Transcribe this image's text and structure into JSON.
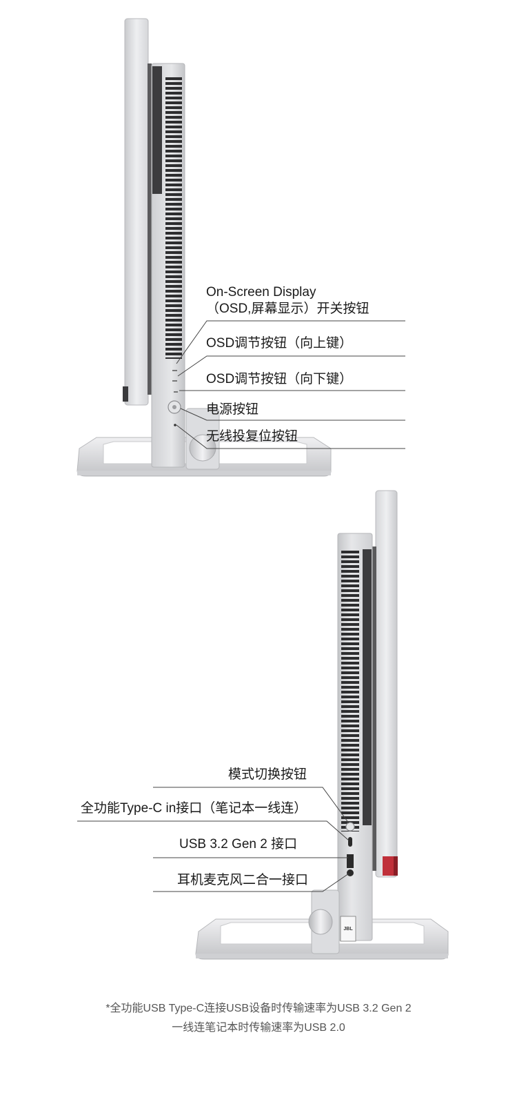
{
  "top_callouts": {
    "osd_line1": "On-Screen Display",
    "osd_line2": "（OSD,屏幕显示）开关按钮",
    "osd_up": "OSD调节按钮（向上键）",
    "osd_down": "OSD调节按钮（向下键）",
    "power": "电源按钮",
    "wireless_reset": "无线投复位按钮"
  },
  "bottom_callouts": {
    "mode_switch": "模式切换按钮",
    "typec": "全功能Type-C in接口（笔记本一线连）",
    "usb": "USB 3.2 Gen 2 接口",
    "audio": "耳机麦克风二合一接口"
  },
  "speaker_badge": {
    "brand": "JBL"
  },
  "footnote": {
    "line1": "*全功能USB Type-C连接USB设备时传输速率为USB 3.2 Gen 2",
    "line2": "一线连笔记本时传输速率为USB 2.0"
  },
  "colors": {
    "body_silver": "#d9dadc",
    "frame_light": "#e9eaec",
    "vent_dark": "#2b2b2b",
    "callout_line": "#444444",
    "accent_red": "#c0303a"
  }
}
